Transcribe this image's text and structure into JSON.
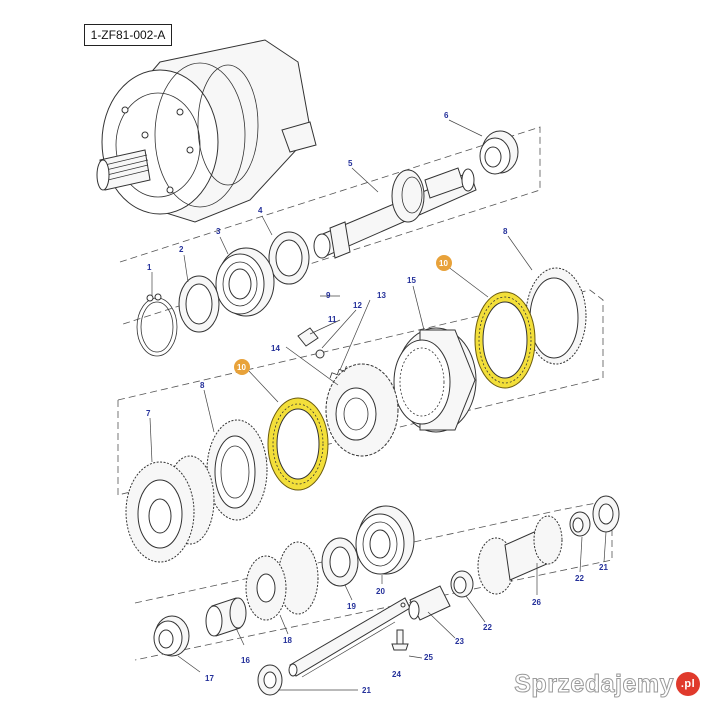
{
  "diagram_ref": "1-ZF81-002-A",
  "watermark": {
    "text": "Sprzedajemy",
    "suffix": ".pl"
  },
  "part_labels": {
    "p1": "1",
    "p2": "2",
    "p3": "3",
    "p4": "4",
    "p5": "5",
    "p6": "6",
    "p7": "7",
    "p8a": "8",
    "p8b": "8",
    "p9": "9",
    "p10a": "10",
    "p10b": "10",
    "p11": "11",
    "p12": "12",
    "p13": "13",
    "p14": "14",
    "p15": "15",
    "p16": "16",
    "p17": "17",
    "p18": "18",
    "p19": "19",
    "p20": "20",
    "p21a": "21",
    "p21b": "21",
    "p22a": "22",
    "p22b": "22",
    "p23": "23",
    "p24": "24",
    "p25": "25",
    "p26": "26"
  },
  "colors": {
    "label": "#24309a",
    "highlight_badge": "#e8a23a",
    "highlight_part": "#f3df3a",
    "watermark_dot": "#e03a2c"
  }
}
